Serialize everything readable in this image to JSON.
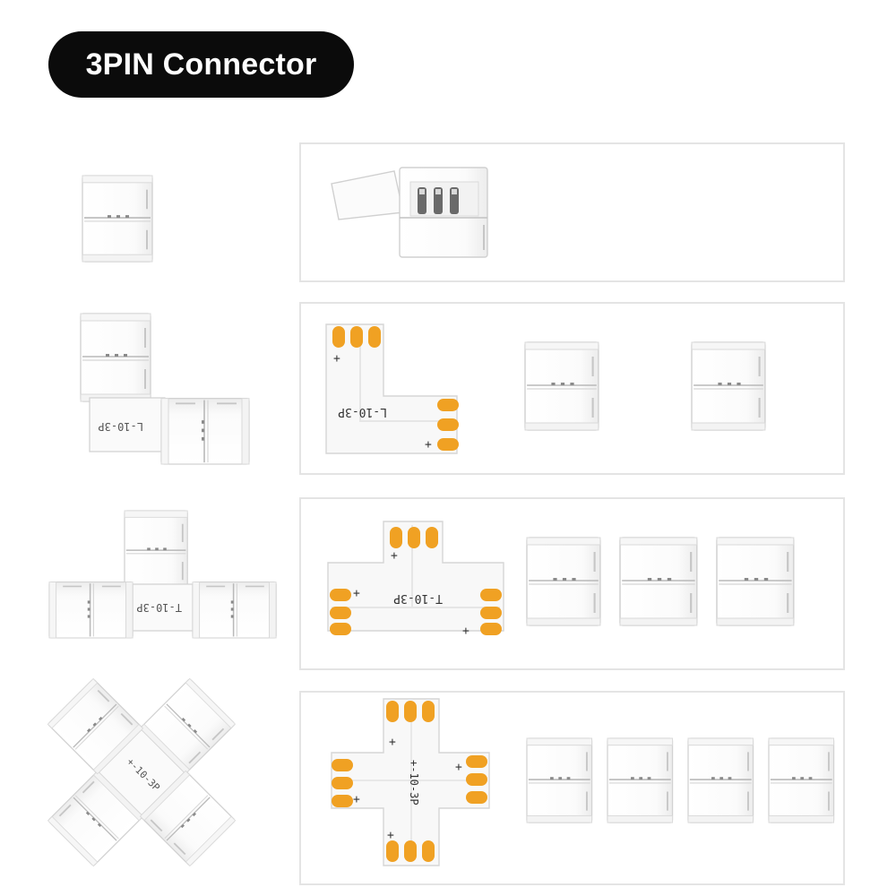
{
  "header": {
    "title": "3PIN Connector"
  },
  "boards": {
    "l": {
      "label": "L-10-3P",
      "plus": "+"
    },
    "t": {
      "label": "T-10-3P",
      "plus": "+"
    },
    "x": {
      "label": "+-10-3P",
      "plus": "+"
    }
  },
  "colors": {
    "accent_pad": "#f0a123",
    "connector_white": "#ffffff",
    "outline": "#cfcfcf",
    "box_border": "#e4e4e4",
    "pill": "#0b0b0b"
  }
}
